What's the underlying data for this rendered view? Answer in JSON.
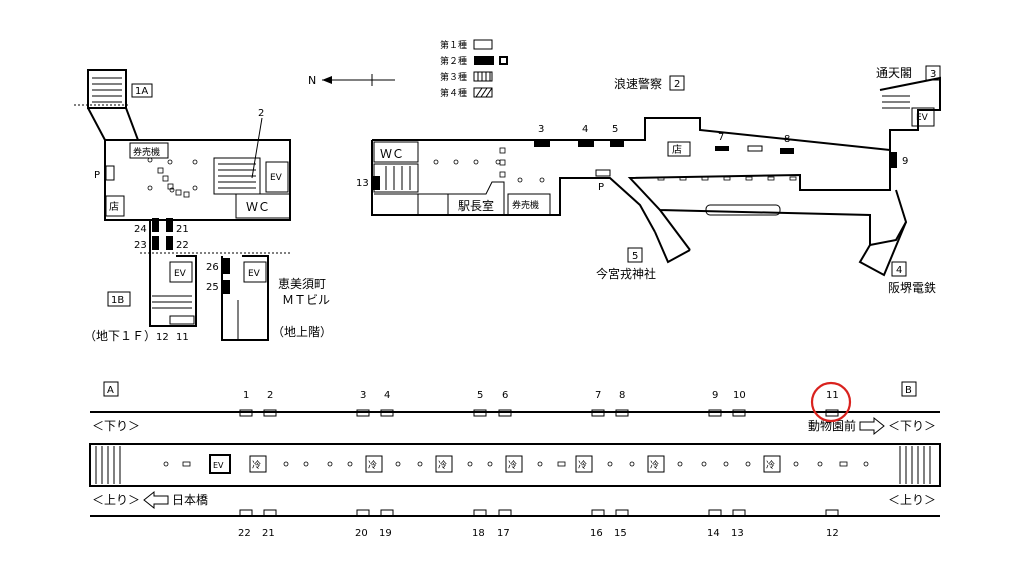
{
  "legend": {
    "items": [
      "第１種",
      "第２種",
      "第３種",
      "第４種"
    ]
  },
  "north_label": "N",
  "exits": {
    "1A": "1A",
    "1B": "1B",
    "2": "2",
    "2_name": "浪速警察",
    "3": "3",
    "3_name": "通天閣",
    "4": "4",
    "4_name": "阪堺電鉄",
    "5": "5",
    "5_name": "今宮戎神社"
  },
  "rooms": {
    "ticket_machine": "券売機",
    "wc": "ＷＣ",
    "wc2": "ＷＣ",
    "ev": "EV",
    "shop": "店",
    "station_office": "駅長室",
    "p": "P"
  },
  "building": {
    "name1": "恵美須町",
    "name2": "ＭＴビル",
    "ground_floor": "（地上階）",
    "b1f": "（地下１Ｆ）"
  },
  "exit_numbers": [
    "2",
    "3",
    "4",
    "5",
    "7",
    "8",
    "9",
    "13",
    "21",
    "22",
    "23",
    "24",
    "25",
    "26",
    "12",
    "11"
  ],
  "platform": {
    "end_a": "A",
    "end_b": "B",
    "down_label": "＜下り＞",
    "down_label_right": "＜下り＞",
    "up_label": "＜上り＞",
    "up_label_right": "＜上り＞",
    "down_direction": "動物園前",
    "up_direction": "日本橋",
    "ev": "EV",
    "cool": "冷",
    "top_numbers": [
      "1",
      "2",
      "3",
      "4",
      "5",
      "6",
      "7",
      "8",
      "9",
      "10",
      "11"
    ],
    "bottom_numbers": [
      "22",
      "21",
      "20",
      "19",
      "18",
      "17",
      "16",
      "15",
      "14",
      "13",
      "12"
    ],
    "highlighted": "11"
  }
}
